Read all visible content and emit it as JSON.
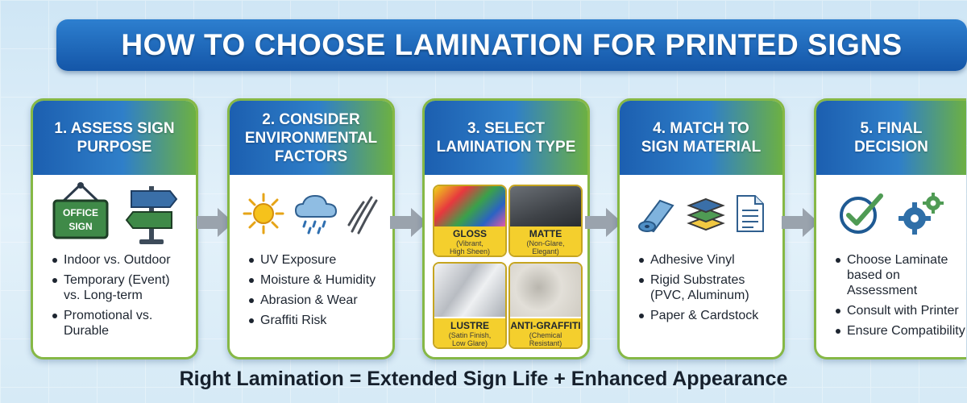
{
  "title": "HOW TO CHOOSE LAMINATION FOR PRINTED SIGNS",
  "steps": [
    {
      "heading": "1. ASSESS SIGN\nPURPOSE",
      "icons": [
        "office-sign-icon",
        "direction-signpost-icon"
      ],
      "sign_text": "OFFICE\nSIGN",
      "items": [
        "Indoor vs. Outdoor",
        "Temporary (Event)\nvs. Long-term",
        "Promotional vs.\nDurable"
      ]
    },
    {
      "heading": "2. CONSIDER\nENVIRONMENTAL\nFACTORS",
      "icons": [
        "sun-icon",
        "rain-cloud-icon",
        "scratch-icon"
      ],
      "items": [
        "UV Exposure",
        "Moisture & Humidity",
        "Abrasion & Wear",
        "Graffiti Risk"
      ]
    },
    {
      "heading": "3. SELECT\nLAMINATION TYPE",
      "types": [
        {
          "name": "GLOSS",
          "desc": "(Vibrant,\nHigh Sheen)"
        },
        {
          "name": "MATTE",
          "desc": "(Non-Glare,\nElegant)"
        },
        {
          "name": "LUSTRE",
          "desc": "(Satin Finish,\nLow Glare)"
        },
        {
          "name": "ANTI-GRAFFITI",
          "desc": "(Chemical\nResistant)"
        }
      ]
    },
    {
      "heading": "4. MATCH TO\nSIGN MATERIAL",
      "icons": [
        "vinyl-roll-icon",
        "stacked-layers-icon",
        "document-icon"
      ],
      "items": [
        "Adhesive Vinyl",
        "Rigid Substrates\n(PVC, Aluminum)",
        "Paper & Cardstock"
      ]
    },
    {
      "heading": "5. FINAL\nDECISION",
      "icons": [
        "checkmark-circle-icon",
        "gears-icon"
      ],
      "items": [
        "Choose Laminate\nbased on Assessment",
        "Consult with Printer",
        "Ensure Compatibility"
      ]
    }
  ],
  "footer": "Right Lamination = Extended Sign Life + Enhanced Appearance",
  "colors": {
    "banner": "#1456a8",
    "green": "#6cb043",
    "label_yellow": "#f4cf2d",
    "arrow": "#9aa3ad"
  }
}
